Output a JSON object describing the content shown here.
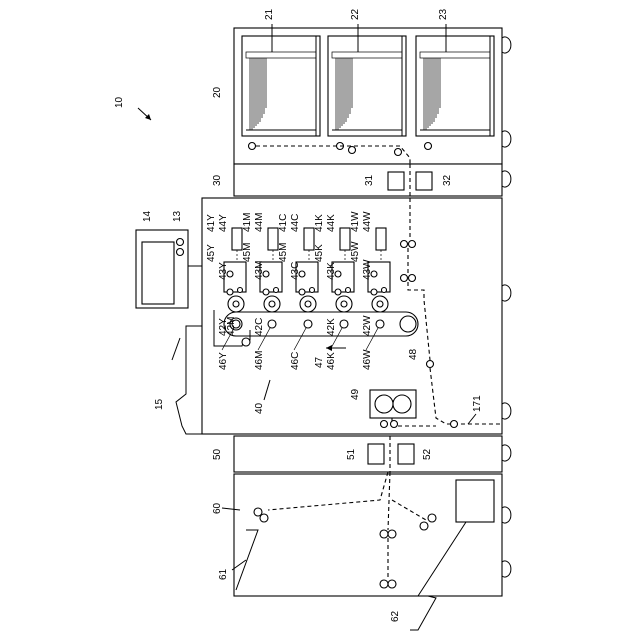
{
  "labels": {
    "apparatus": "10",
    "feeder_unit": "20",
    "tray1": "21",
    "tray2": "22",
    "tray3": "23",
    "unit30": "30",
    "part31": "31",
    "part32": "32",
    "panel_screen": "14",
    "panel_buttons": "13",
    "tray15": "15",
    "unit40": "40",
    "belt_drive": "47",
    "roller48": "48",
    "fuser": "49",
    "path171": "171",
    "unit50": "50",
    "part51": "51",
    "part52": "52",
    "unit60": "60",
    "tray61": "61",
    "tray62": "62"
  },
  "stations": [
    {
      "l41": "41Y",
      "l44": "44Y",
      "l45": "45Y",
      "l43": "43Y",
      "l42": "42Y",
      "l46": "46Y",
      "l42m": "42M"
    },
    {
      "l41": "41M",
      "l44": "44M",
      "l45": "45M",
      "l43": "43M",
      "l42": "42C",
      "l46": "46M",
      "l42m": ""
    },
    {
      "l41": "41C",
      "l44": "44C",
      "l45": "45M",
      "l43": "43C",
      "l42": "",
      "l46": "46C",
      "l42m": ""
    },
    {
      "l41": "41K",
      "l44": "44K",
      "l45": "45K",
      "l43": "43K",
      "l42": "42K",
      "l46": "46K",
      "l42m": ""
    },
    {
      "l41": "41W",
      "l44": "44W",
      "l45": "45W",
      "l43": "43W",
      "l42": "42W",
      "l46": "46W",
      "l42m": ""
    }
  ]
}
